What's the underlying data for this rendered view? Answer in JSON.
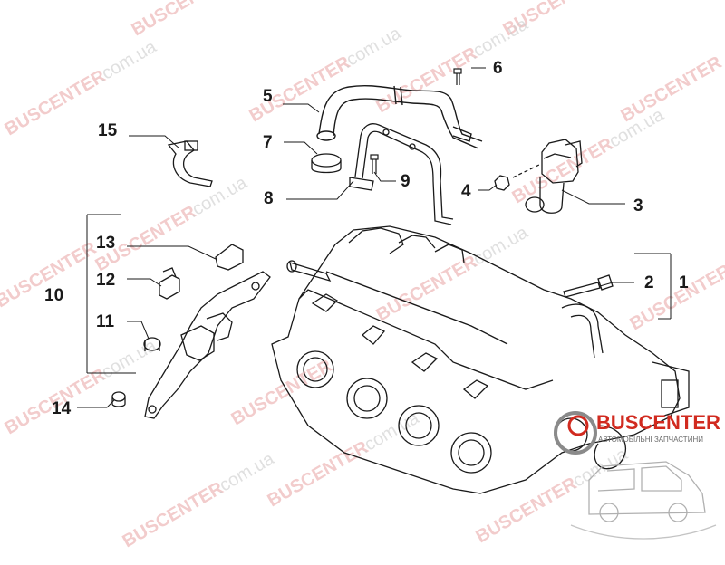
{
  "callouts": [
    {
      "number": "1"
    },
    {
      "number": "2"
    },
    {
      "number": "3"
    },
    {
      "number": "4"
    },
    {
      "number": "5"
    },
    {
      "number": "6"
    },
    {
      "number": "7"
    },
    {
      "number": "8"
    },
    {
      "number": "9"
    },
    {
      "number": "10"
    },
    {
      "number": "11"
    },
    {
      "number": "12"
    },
    {
      "number": "13"
    },
    {
      "number": "14"
    },
    {
      "number": "15"
    }
  ],
  "watermark": {
    "brand": "BUSCENTER",
    "domain": ".com.ua",
    "color": "#e9a3a3"
  },
  "logo": {
    "name": "BUSCENTER",
    "tagline": "АВТОМОБІЛЬНІ ЗАПЧАСТИНИ",
    "brand_color": "#d12a1f"
  }
}
